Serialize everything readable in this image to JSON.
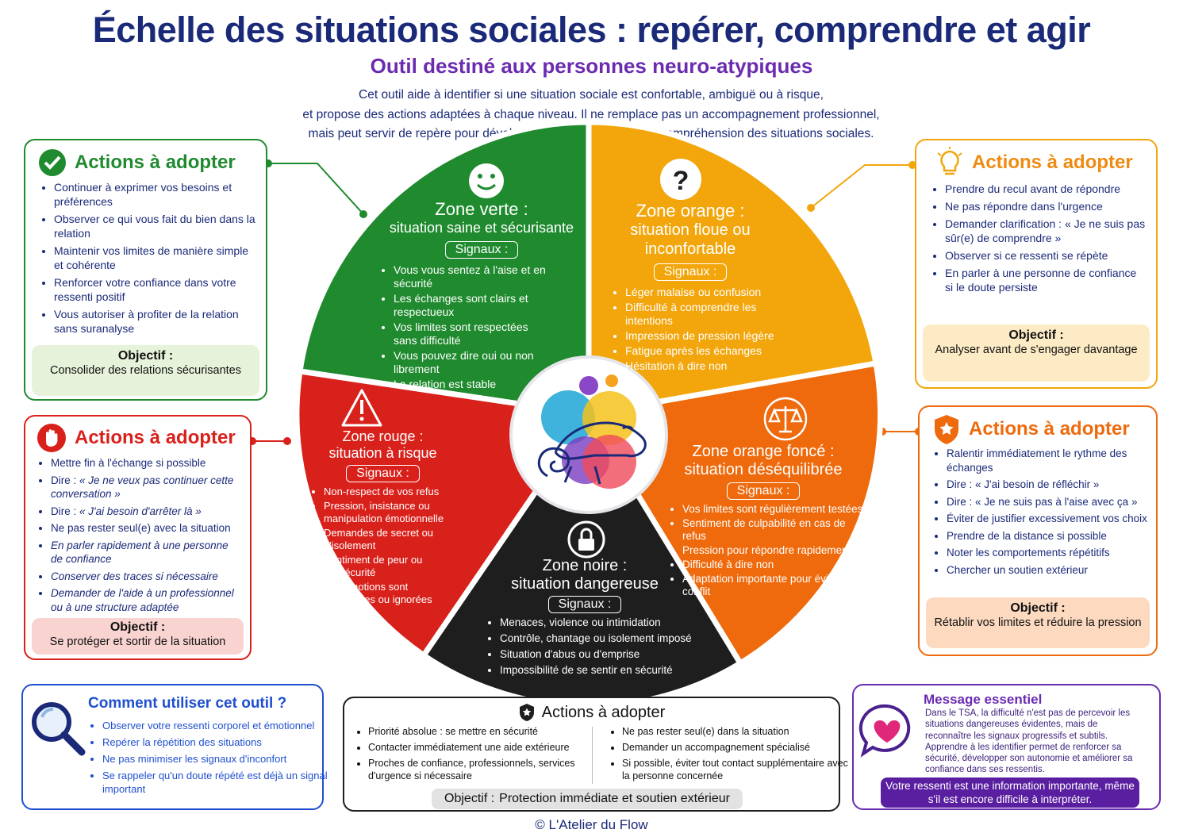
{
  "header": {
    "title": "Échelle des situations sociales : repérer, comprendre et agir",
    "subtitle": "Outil destiné aux personnes neuro-atypiques",
    "intro": [
      "Cet outil aide à identifier si une situation sociale est confortable, ambiguë ou à risque,",
      "et propose des actions adaptées à chaque niveau. Il ne remplace pas un accompagnement professionnel,",
      "mais peut servir de repère pour développer l'autoprotection et la compréhension des situations sociales."
    ]
  },
  "colors": {
    "green": "#1f8a2e",
    "orange": "#f2a60c",
    "dark_orange": "#ee6a0c",
    "red": "#d9211b",
    "black": "#1e1e1e",
    "navy": "#1b2a78",
    "purple": "#6a2bb0"
  },
  "zones": {
    "green": {
      "title": "Zone verte :",
      "subtitle": "situation saine et sécurisante",
      "signals_label": "Signaux :",
      "signals": [
        "Vous vous sentez à l'aise et en sécurité",
        "Les échanges sont clairs et respectueux",
        "Vos limites sont respectées sans difficulté",
        "Vous pouvez dire oui ou non librement",
        "La relation est stable"
      ],
      "icon": "smiley-icon"
    },
    "orange": {
      "title": "Zone orange :",
      "subtitle": "situation floue ou inconfortable",
      "signals_label": "Signaux :",
      "signals": [
        "Léger malaise ou confusion",
        "Difficulté à comprendre les intentions",
        "Impression de pression légère",
        "Fatigue après les échanges",
        "Hésitation à dire non"
      ],
      "icon": "question-icon"
    },
    "dark_orange": {
      "title": "Zone orange foncé :",
      "subtitle": "situation déséquilibrée",
      "signals_label": "Signaux :",
      "signals": [
        "Vos limites sont régulièrement testées",
        "Sentiment de culpabilité en cas de refus",
        "Pression pour répondre rapidement",
        "Difficulté à dire non",
        "Adaptation importante pour éviter un conflit"
      ],
      "icon": "scales-icon"
    },
    "red": {
      "title": "Zone rouge :",
      "subtitle": "situation à risque",
      "signals_label": "Signaux :",
      "signals": [
        "Non-respect de vos refus",
        "Pression, insistance ou manipulation émotionnelle",
        "Demandes de secret ou d'isolement",
        "Sentiment de peur ou d'insécurité",
        "Vos émotions sont minimisées ou ignorées"
      ],
      "icon": "warning-icon"
    },
    "black": {
      "title": "Zone noire :",
      "subtitle": "situation dangereuse",
      "signals_label": "Signaux :",
      "signals": [
        "Menaces, violence ou intimidation",
        "Contrôle, chantage ou isolement imposé",
        "Situation d'abus ou d'emprise",
        "Impossibilité de se sentir en sécurité"
      ],
      "icon": "lock-icon"
    }
  },
  "cards": {
    "green": {
      "title": "Actions à adopter",
      "icon": "check-icon",
      "items": [
        "Continuer à exprimer vos besoins et préférences",
        "Observer ce qui vous fait du bien dans la relation",
        "Maintenir vos limites de manière simple et cohérente",
        "Renforcer votre confiance dans votre ressenti positif",
        "Vous autoriser à profiter de la relation sans suranalyse"
      ],
      "objective_label": "Objectif :",
      "objective": "Consolider des relations sécurisantes"
    },
    "orange": {
      "title": "Actions à adopter",
      "icon": "lightbulb-icon",
      "items": [
        "Prendre du recul avant de répondre",
        "Ne pas répondre dans l'urgence",
        "Demander clarification : « Je ne suis pas sûr(e) de comprendre »",
        "Observer si ce ressenti se répète",
        "En parler à une personne de confiance si le doute persiste"
      ],
      "objective_label": "Objectif :",
      "objective": "Analyser avant de s'engager davantage"
    },
    "red": {
      "title": "Actions à adopter",
      "icon": "stop-hand-icon",
      "items": [
        "Mettre fin à l'échange si possible",
        "« Je ne veux pas continuer cette conversation »",
        "« J'ai besoin d'arrêter là »",
        "Ne pas rester seul(e) avec la situation",
        "En parler rapidement à une personne de confiance",
        "Conserver des traces si nécessaire",
        "Demander de l'aide à un professionnel ou à une structure adaptée"
      ],
      "dire_prefix": "Dire : ",
      "objective_label": "Objectif :",
      "objective": "Se protéger et sortir de la situation"
    },
    "dark_orange": {
      "title": "Actions à adopter",
      "icon": "shield-star-icon",
      "items": [
        "Ralentir immédiatement le rythme des échanges",
        "Dire : « J'ai besoin de réfléchir »",
        "Dire : « Je ne suis pas à l'aise avec ça »",
        "Éviter de justifier excessivement vos choix",
        "Prendre de la distance si possible",
        "Noter les comportements répétitifs",
        "Chercher un soutien extérieur"
      ],
      "objective_label": "Objectif :",
      "objective": "Rétablir vos limites et réduire la pression"
    },
    "black": {
      "title": "Actions à adopter",
      "icon": "shield-star-icon",
      "left": [
        "Priorité absolue : se mettre en sécurité",
        "Contacter immédiatement une aide extérieure",
        "Proches de confiance, professionnels, services d'urgence si nécessaire"
      ],
      "right": [
        "Ne pas rester seul(e) dans la situation",
        "Demander un accompagnement spécialisé",
        "Si possible, éviter tout contact supplémentaire avec la personne concernée"
      ],
      "objective_label": "Objectif :",
      "objective": "Protection immédiate et soutien extérieur"
    }
  },
  "howto": {
    "title": "Comment utiliser cet outil ?",
    "icon": "magnifier-icon",
    "items": [
      "Observer votre ressenti corporel et émotionnel",
      "Repérer la répétition des situations",
      "Ne pas minimiser les signaux d'inconfort",
      "Se rappeler qu'un doute répété est déjà un signal important"
    ]
  },
  "message": {
    "title": "Message essentiel",
    "icon": "heart-bubble-icon",
    "text": "Dans le TSA, la difficulté n'est pas de percevoir les situations dangereuses évidentes, mais de reconnaître les signaux progressifs et subtils. Apprendre à les identifier permet de renforcer sa sécurité, développer son autonomie et améliorer sa confiance dans ses ressentis.",
    "highlight": "Votre ressenti est une information importante, même s'il est encore difficile à interpréter."
  },
  "footer": {
    "copyright": "© L'Atelier du Flow"
  },
  "center_logo": {
    "icon": "chameleon-logo-icon"
  }
}
